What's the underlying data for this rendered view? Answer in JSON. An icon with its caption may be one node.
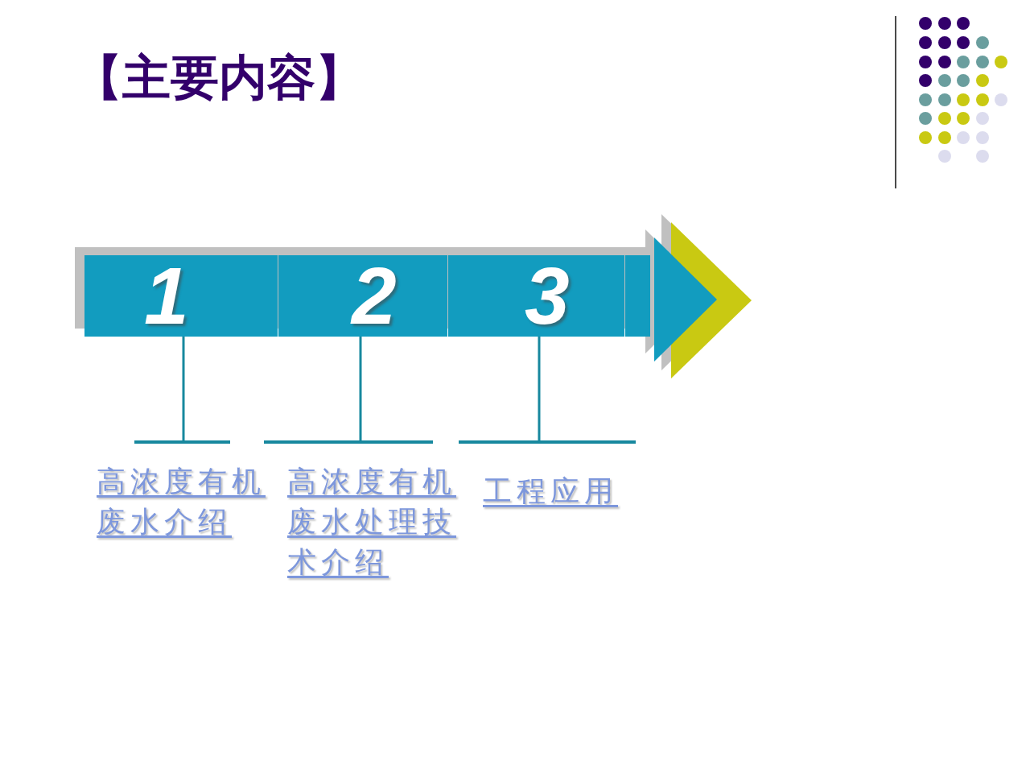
{
  "diagram": {
    "title": "【主要内容】",
    "nodes": [
      {
        "text": [
          "1"
        ]
      },
      {
        "text": [
          "2"
        ]
      },
      {
        "text": [
          "3"
        ]
      },
      {
        "text": [],
        "shape": "box"
      },
      {
        "text": [],
        "shape": "bar",
        "beside": [
          "高浓度有机废水介绍"
        ]
      },
      {
        "text": [],
        "shape": "bar",
        "beside": [
          "高浓度有机废水处理技术介绍"
        ]
      },
      {
        "text": [],
        "shape": "bar",
        "beside": [
          "工程应用"
        ]
      }
    ],
    "edges": [
      {
        "from": 0,
        "to": 4,
        "arrow": "none"
      },
      {
        "from": 1,
        "to": 5,
        "arrow": "none"
      },
      {
        "from": 2,
        "to": 6,
        "arrow": "none"
      }
    ]
  }
}
